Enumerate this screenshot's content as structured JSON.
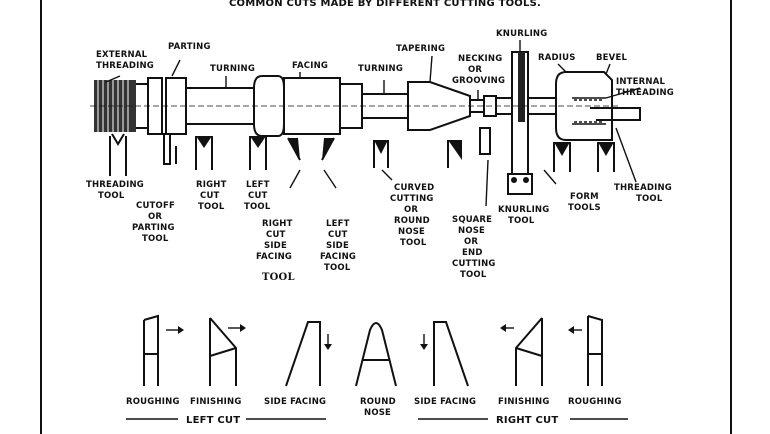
{
  "title": "COMMON CUTS MADE BY DIFFERENT CUTTING TOOLS.",
  "top_labels": {
    "external_threading": [
      "EXTERNAL",
      "THREADING"
    ],
    "parting": "PARTING",
    "turning_1": "TURNING",
    "facing": "FACING",
    "turning_2": "TURNING",
    "tapering": "TAPERING",
    "necking": [
      "NECKING",
      "OR",
      "GROOVING"
    ],
    "knurling": "KNURLING",
    "radius": "RADIUS",
    "bevel": "BEVEL",
    "internal_threading": [
      "INTERNAL",
      "THREADING"
    ]
  },
  "tool_labels": {
    "threading_tool": [
      "THREADING",
      "TOOL"
    ],
    "cutoff_tool": [
      "CUTOFF",
      "OR",
      "PARTING",
      "TOOL"
    ],
    "right_cut_tool": [
      "RIGHT",
      "CUT",
      "TOOL"
    ],
    "left_cut_tool": [
      "LEFT",
      "CUT",
      "TOOL"
    ],
    "right_cut_side_facing_tool": [
      "RIGHT",
      "CUT",
      "SIDE",
      "FACING",
      "TOOL"
    ],
    "left_cut_side_facing_tool": [
      "LEFT",
      "CUT",
      "SIDE",
      "FACING",
      "TOOL"
    ],
    "curved_cutting_tool": [
      "CURVED",
      "CUTTING",
      "OR",
      "ROUND",
      "NOSE",
      "TOOL"
    ],
    "square_nose_tool": [
      "SQUARE",
      "NOSE",
      "OR",
      "END",
      "CUTTING",
      "TOOL"
    ],
    "knurling_tool": [
      "KNURLING",
      "TOOL"
    ],
    "form_tools": [
      "FORM",
      "TOOLS"
    ],
    "threading_tool_2": [
      "THREADING",
      "TOOL"
    ]
  },
  "bottom_labels": {
    "roughing_l": "ROUGHING",
    "finishing_l": "FINISHING",
    "side_facing_l": "SIDE  FACING",
    "round_nose": [
      "ROUND",
      "NOSE"
    ],
    "side_facing_r": "SIDE  FACING",
    "finishing_r": "FINISHING",
    "roughing_r": "ROUGHING"
  },
  "group_labels": {
    "left_cut": "LEFT CUT",
    "right_cut": "RIGHT CUT"
  }
}
